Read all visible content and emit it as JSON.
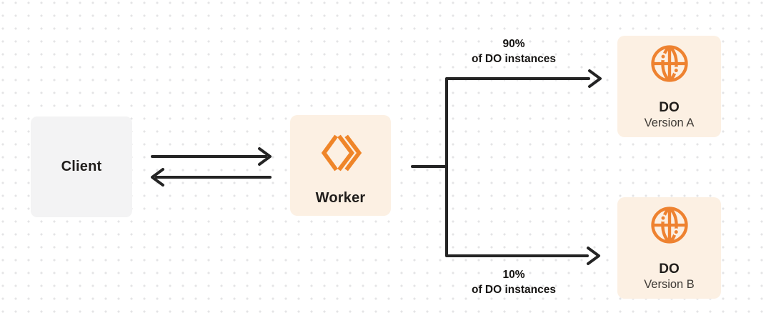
{
  "diagram": {
    "nodes": {
      "client": {
        "label": "Client"
      },
      "worker": {
        "label": "Worker",
        "icon": "workers-logo-icon"
      },
      "do_version_a": {
        "title": "DO",
        "subtitle": "Version A",
        "icon": "globe-icon"
      },
      "do_version_b": {
        "title": "DO",
        "subtitle": "Version B",
        "icon": "globe-icon"
      }
    },
    "edges": {
      "client_worker": {
        "type": "bidirectional-arrows"
      },
      "top_branch": {
        "percent": "90%",
        "caption": "of DO instances"
      },
      "bottom_branch": {
        "percent": "10%",
        "caption": "of DO instances"
      }
    },
    "colors": {
      "accent_orange": "#EF8329",
      "node_cream": "#FCF0E3",
      "node_gray": "#F3F3F4",
      "line_dark": "#242424",
      "grid_dot": "#E4E4E6"
    }
  }
}
